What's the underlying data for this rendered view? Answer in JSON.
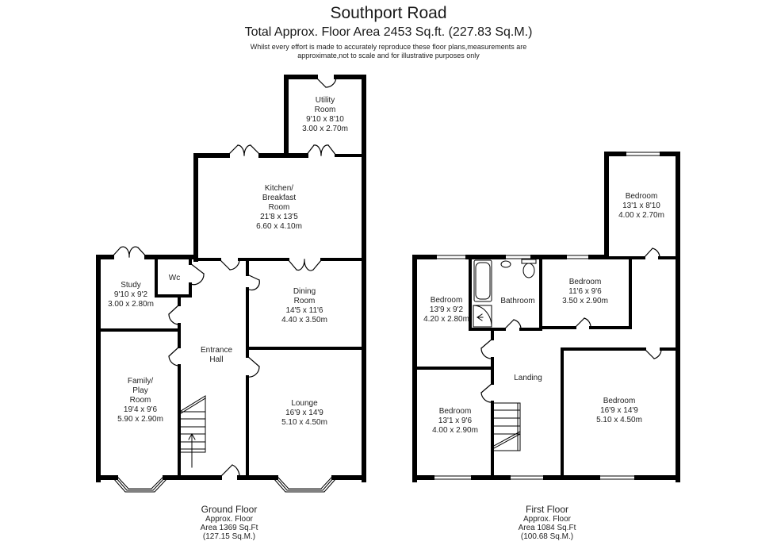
{
  "header": {
    "title": "Southport Road",
    "subtitle": "Total Approx. Floor Area 2453 Sq.ft. (227.83 Sq.M.)",
    "disclaimer": "Whilst every effort is made to accurately reproduce these floor plans,measurements are approximate,not to scale and for illustrative purposes only"
  },
  "colors": {
    "wall": "#000000",
    "background": "#ffffff",
    "text": "#222222"
  },
  "ground_floor": {
    "caption": {
      "name": "Ground Floor",
      "line1": "Approx. Floor",
      "line2": "Area 1369 Sq.Ft",
      "line3": "(127.15 Sq.M.)"
    },
    "rooms": [
      {
        "name1": "Utility",
        "name2": "Room",
        "imperial": "9'10 x 8'10",
        "metric": "3.00 x 2.70m"
      },
      {
        "name1": "Kitchen/",
        "name2": "Breakfast",
        "name3": "Room",
        "imperial": "21'8 x 13'5",
        "metric": "6.60 x 4.10m"
      },
      {
        "name1": "Study",
        "imperial": "9'10 x 9'2",
        "metric": "3.00 x 2.80m"
      },
      {
        "name1": "Wc"
      },
      {
        "name1": "Dining",
        "name2": "Room",
        "imperial": "14'5 x 11'6",
        "metric": "4.40 x 3.50m"
      },
      {
        "name1": "Entrance",
        "name2": "Hall"
      },
      {
        "name1": "Family/",
        "name2": "Play",
        "name3": "Room",
        "imperial": "19'4 x 9'6",
        "metric": "5.90 x 2.90m"
      },
      {
        "name1": "Lounge",
        "imperial": "16'9 x 14'9",
        "metric": "5.10 x 4.50m"
      }
    ]
  },
  "first_floor": {
    "caption": {
      "name": "First Floor",
      "line1": "Approx. Floor",
      "line2": "Area 1084 Sq.Ft",
      "line3": "(100.68 Sq.M.)"
    },
    "rooms": [
      {
        "name1": "Bedroom",
        "imperial": "13'1 x 8'10",
        "metric": "4.00 x 2.70m"
      },
      {
        "name1": "Bedroom",
        "imperial": "13'9 x 9'2",
        "metric": "4.20 x 2.80m"
      },
      {
        "name1": "Bathroom"
      },
      {
        "name1": "Bedroom",
        "imperial": "11'6 x 9'6",
        "metric": "3.50 x 2.90m"
      },
      {
        "name1": "Landing"
      },
      {
        "name1": "Bedroom",
        "imperial": "13'1 x 9'6",
        "metric": "4.00 x 2.90m"
      },
      {
        "name1": "Bedroom",
        "imperial": "16'9 x 14'9",
        "metric": "5.10 x 4.50m"
      }
    ]
  }
}
